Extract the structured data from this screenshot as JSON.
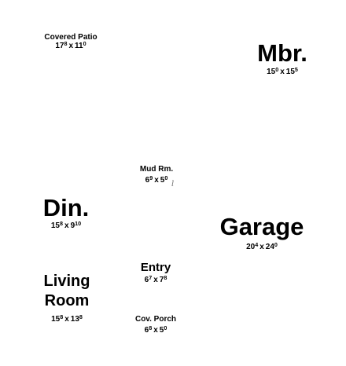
{
  "rooms": [
    {
      "id": "covered-patio",
      "name": "Covered Patio",
      "w_ft": "17",
      "w_in": "8",
      "l_ft": "11",
      "l_in": "0"
    },
    {
      "id": "mbr",
      "name": "Mbr.",
      "w_ft": "15",
      "w_in": "0",
      "l_ft": "15",
      "l_in": "5"
    },
    {
      "id": "mud-rm",
      "name": "Mud Rm.",
      "w_ft": "6",
      "w_in": "9",
      "l_ft": "5",
      "l_in": "0"
    },
    {
      "id": "din",
      "name": "Din.",
      "w_ft": "15",
      "w_in": "8",
      "l_ft": "9",
      "l_in": "10"
    },
    {
      "id": "garage",
      "name": "Garage",
      "w_ft": "20",
      "w_in": "4",
      "l_ft": "24",
      "l_in": "0"
    },
    {
      "id": "entry",
      "name": "Entry",
      "w_ft": "6",
      "w_in": "7",
      "l_ft": "7",
      "l_in": "8"
    },
    {
      "id": "living-room",
      "name": "Living Room",
      "w_ft": "15",
      "w_in": "8",
      "l_ft": "13",
      "l_in": "8"
    },
    {
      "id": "cov-porch",
      "name": "Cov. Porch",
      "w_ft": "6",
      "w_in": "8",
      "l_ft": "5",
      "l_in": "0"
    }
  ],
  "separator": "x",
  "stray_mark": "l"
}
